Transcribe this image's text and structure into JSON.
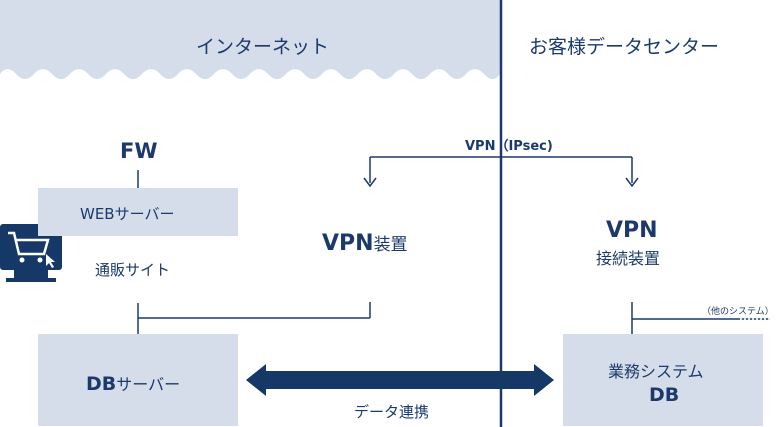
{
  "regions": {
    "internet": "インターネット",
    "datacenter": "お客様データセンター"
  },
  "labels": {
    "fw": "FW",
    "web_server": "WEBサーバー",
    "ec_site": "通販サイト",
    "vpn_device_bold": "VPN",
    "vpn_device_suffix": "装置",
    "vpn_connect_bold": "VPN",
    "vpn_connect_suffix": "接続装置",
    "vpn_ipsec": "VPN（IPsec)",
    "db_server_bold": "DB",
    "db_server_suffix": "サーバー",
    "business_system": "業務システム",
    "business_db": "DB",
    "other_system": "（他のシステム）",
    "data_link": "データ連携"
  },
  "colors": {
    "navy": "#1b3a6b",
    "light_blue": "#d5ddea",
    "arrow_dark": "#163867"
  }
}
